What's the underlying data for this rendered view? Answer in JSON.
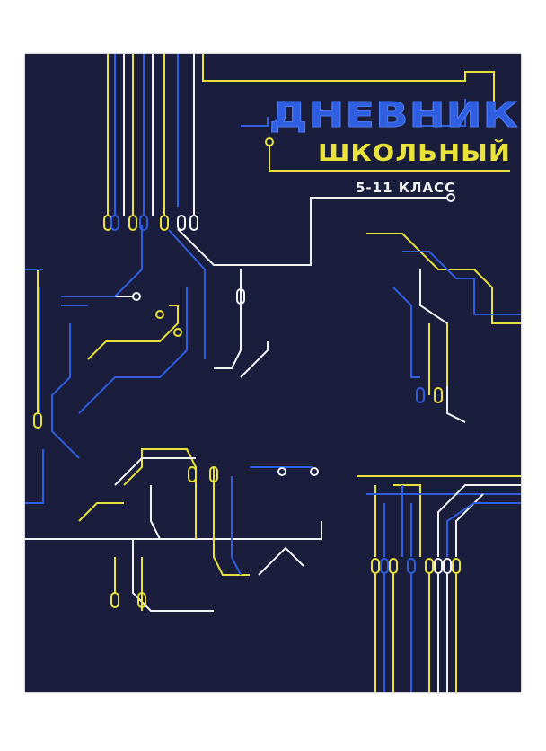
{
  "cover": {
    "title": "ДНЕВНИК",
    "subtitle": "ШКОЛЬНЫЙ",
    "grade": "5-11 КЛАСС"
  },
  "colors": {
    "background": "#1b1d3c",
    "blue": "#2f5fe0",
    "yellow": "#e8e23a",
    "white": "#f2f2f2"
  }
}
